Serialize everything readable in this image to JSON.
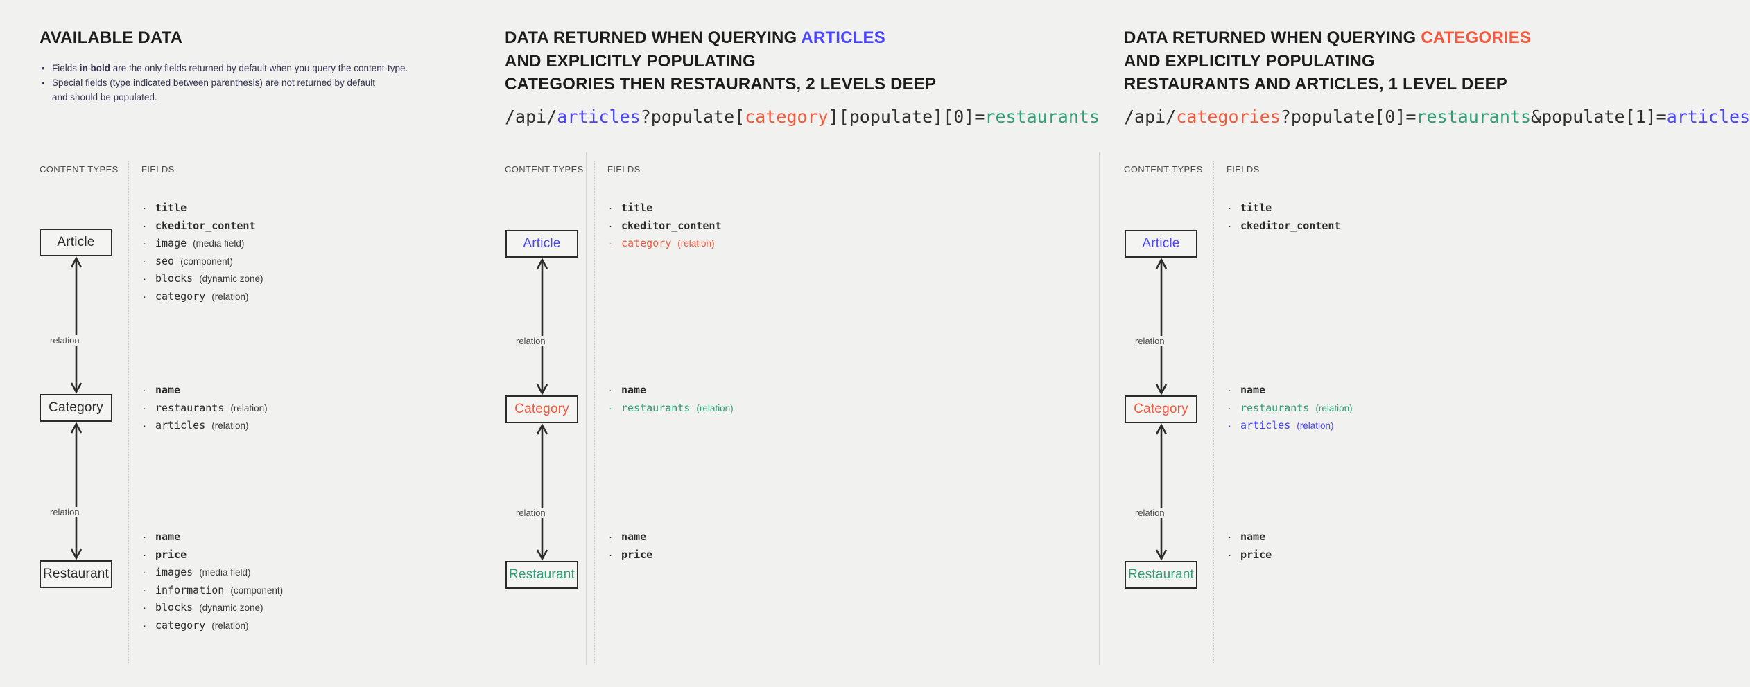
{
  "canvas": {
    "bg": "#f1f1f0"
  },
  "colors": {
    "blue": "#4945ff",
    "red": "#f5593d",
    "green": "#2f9e79",
    "dark": "#2b2b2b"
  },
  "columns": {
    "content_types_caption": "CONTENT-TYPES",
    "fields_caption": "FIELDS",
    "relation_label": "relation"
  },
  "panel1": {
    "title": "AVAILABLE DATA",
    "bullets": [
      {
        "pre": "Fields ",
        "bold": "in bold",
        "post": " are the only fields returned by default when you query the content-type."
      },
      {
        "pre": "Special fields (type indicated between parenthesis) are not returned by default",
        "bold": "",
        "post": ""
      }
    ],
    "bullet2_second_line": "and should be populated.",
    "captions": {
      "content_types": "CONTENT-TYPES",
      "fields": "FIELDS"
    },
    "boxes": [
      {
        "label": "Article",
        "color": "dark"
      },
      {
        "label": "Category",
        "color": "dark"
      },
      {
        "label": "Restaurant",
        "color": "dark"
      }
    ],
    "relations": [
      "relation",
      "relation"
    ],
    "groups": [
      {
        "entity": "Article",
        "fields": [
          {
            "name": "title",
            "type": "",
            "bold": true,
            "color": "dark"
          },
          {
            "name": "ckeditor_content",
            "type": "",
            "bold": true,
            "color": "dark"
          },
          {
            "name": "image",
            "type": "(media field)",
            "bold": false,
            "color": "dark"
          },
          {
            "name": "seo",
            "type": "(component)",
            "bold": false,
            "color": "dark"
          },
          {
            "name": "blocks",
            "type": "(dynamic zone)",
            "bold": false,
            "color": "dark"
          },
          {
            "name": "category",
            "type": "(relation)",
            "bold": false,
            "color": "dark"
          }
        ]
      },
      {
        "entity": "Category",
        "fields": [
          {
            "name": "name",
            "type": "",
            "bold": true,
            "color": "dark"
          },
          {
            "name": "restaurants",
            "type": "(relation)",
            "bold": false,
            "color": "dark"
          },
          {
            "name": "articles",
            "type": "(relation)",
            "bold": false,
            "color": "dark"
          }
        ]
      },
      {
        "entity": "Restaurant",
        "fields": [
          {
            "name": "name",
            "type": "",
            "bold": true,
            "color": "dark"
          },
          {
            "name": "price",
            "type": "",
            "bold": true,
            "color": "dark"
          },
          {
            "name": "images",
            "type": "(media field)",
            "bold": false,
            "color": "dark"
          },
          {
            "name": "information",
            "type": "(component)",
            "bold": false,
            "color": "dark"
          },
          {
            "name": "blocks",
            "type": "(dynamic zone)",
            "bold": false,
            "color": "dark"
          },
          {
            "name": "category",
            "type": "(relation)",
            "bold": false,
            "color": "dark"
          }
        ]
      }
    ]
  },
  "panel2": {
    "title_line1_pre": "DATA RETURNED WHEN QUERYING ",
    "title_line1_accent": "ARTICLES",
    "title_line2": "AND EXPLICITLY POPULATING",
    "title_line3": "CATEGORIES THEN RESTAURANTS, 2 LEVELS DEEP",
    "api_parts": [
      {
        "text": "/api/",
        "color": "dark"
      },
      {
        "text": "articles",
        "color": "blue"
      },
      {
        "text": "?populate[",
        "color": "dark"
      },
      {
        "text": "category",
        "color": "red"
      },
      {
        "text": "][populate][0]=",
        "color": "dark"
      },
      {
        "text": "restaurants",
        "color": "green"
      }
    ],
    "api_full": "/api/articles?populate[category][populate][0]=restaurants",
    "captions": {
      "content_types": "CONTENT-TYPES",
      "fields": "FIELDS"
    },
    "boxes": [
      {
        "label": "Article",
        "color": "blue"
      },
      {
        "label": "Category",
        "color": "red"
      },
      {
        "label": "Restaurant",
        "color": "green"
      }
    ],
    "relations": [
      "relation",
      "relation"
    ],
    "groups": [
      {
        "entity": "Article",
        "fields": [
          {
            "name": "title",
            "type": "",
            "bold": true,
            "color": "dark"
          },
          {
            "name": "ckeditor_content",
            "type": "",
            "bold": true,
            "color": "dark"
          },
          {
            "name": "category",
            "type": "(relation)",
            "bold": false,
            "color": "red"
          }
        ]
      },
      {
        "entity": "Category",
        "fields": [
          {
            "name": "name",
            "type": "",
            "bold": true,
            "color": "dark"
          },
          {
            "name": "restaurants",
            "type": "(relation)",
            "bold": false,
            "color": "green"
          }
        ]
      },
      {
        "entity": "Restaurant",
        "fields": [
          {
            "name": "name",
            "type": "",
            "bold": true,
            "color": "dark"
          },
          {
            "name": "price",
            "type": "",
            "bold": true,
            "color": "dark"
          }
        ]
      }
    ]
  },
  "panel3": {
    "title_line1_pre": "DATA RETURNED WHEN QUERYING ",
    "title_line1_accent": "CATEGORIES",
    "title_line2": "AND EXPLICITLY POPULATING",
    "title_line3": "RESTAURANTS AND ARTICLES, 1 LEVEL DEEP",
    "api_parts": [
      {
        "text": "/api/",
        "color": "dark"
      },
      {
        "text": "categories",
        "color": "red"
      },
      {
        "text": "?populate[0]=",
        "color": "dark"
      },
      {
        "text": "restaurants",
        "color": "green"
      },
      {
        "text": "&populate[1]=",
        "color": "dark"
      },
      {
        "text": "articles",
        "color": "blue"
      }
    ],
    "api_full": "/api/categories?populate[0]=restaurants&populate[1]=articles",
    "captions": {
      "content_types": "CONTENT-TYPES",
      "fields": "FIELDS"
    },
    "boxes": [
      {
        "label": "Article",
        "color": "blue"
      },
      {
        "label": "Category",
        "color": "red"
      },
      {
        "label": "Restaurant",
        "color": "green"
      }
    ],
    "relations": [
      "relation",
      "relation"
    ],
    "groups": [
      {
        "entity": "Article",
        "fields": [
          {
            "name": "title",
            "type": "",
            "bold": true,
            "color": "dark"
          },
          {
            "name": "ckeditor_content",
            "type": "",
            "bold": true,
            "color": "dark"
          }
        ]
      },
      {
        "entity": "Category",
        "fields": [
          {
            "name": "name",
            "type": "",
            "bold": true,
            "color": "dark"
          },
          {
            "name": "restaurants",
            "type": "(relation)",
            "bold": false,
            "color": "green"
          },
          {
            "name": "articles",
            "type": "(relation)",
            "bold": false,
            "color": "blue"
          }
        ]
      },
      {
        "entity": "Restaurant",
        "fields": [
          {
            "name": "name",
            "type": "",
            "bold": true,
            "color": "dark"
          },
          {
            "name": "price",
            "type": "",
            "bold": true,
            "color": "dark"
          }
        ]
      }
    ]
  }
}
